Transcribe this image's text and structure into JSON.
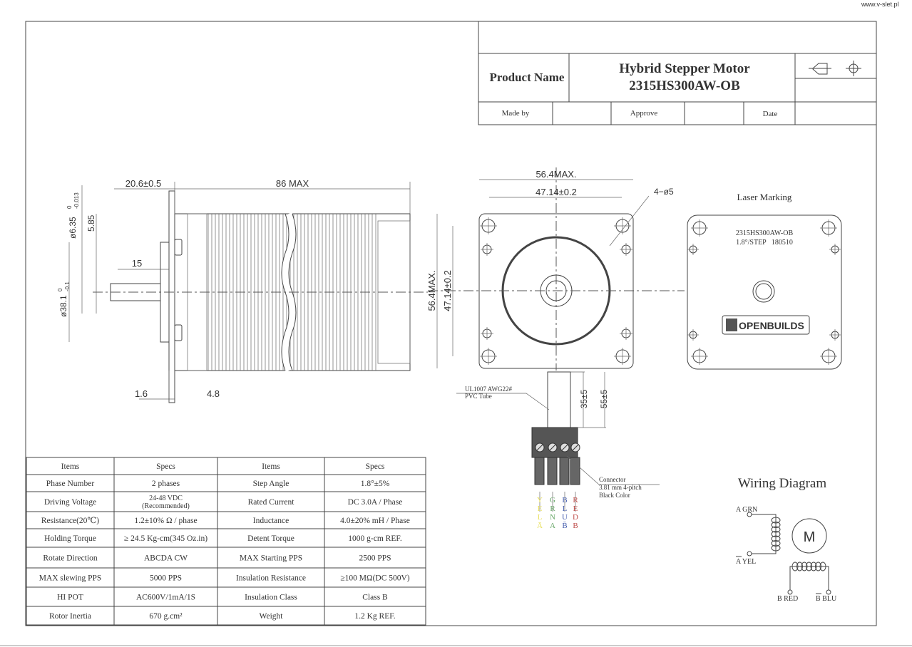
{
  "watermark": "www.v-slet.pl",
  "title_block": {
    "product_name_label": "Product Name",
    "title_line1": "Hybrid Stepper Motor",
    "title_line2": "2315HS300AW-OB",
    "made_by_label": "Made by",
    "approve_label": "Approve",
    "date_label": "Date"
  },
  "side_view": {
    "dim_flange_length": "20.6±0.5",
    "dim_body_length": "86 MAX",
    "dim_shaft_flat": "15",
    "dim_shaft_dia": "ø6.35",
    "dim_shaft_dia_tol_upper": "0",
    "dim_shaft_dia_tol_lower": "-0.013",
    "dim_flat_depth": "5.85",
    "dim_boss_dia": "ø38.1",
    "dim_boss_tol_upper": "0",
    "dim_boss_tol_lower": "-0.1",
    "dim_flange_thickness": "1.6",
    "dim_boss_height": "4.8"
  },
  "front_view": {
    "dim_width_max": "56.4MAX.",
    "dim_hole_spacing": "47.14±0.2",
    "dim_height_max": "56.4MAX.",
    "dim_hole_spacing_v": "47.14±0.2",
    "dim_holes": "4−ø5",
    "cable_label_line1": "UL1007 AWG22#",
    "cable_label_line2": "PVC Tube",
    "dim_tube_length": "35±5",
    "dim_lead_length": "55±5",
    "connector_line1": "Connector",
    "connector_line2": "3.81 mm 4-pitch",
    "connector_line3": "Black Color",
    "wires": [
      {
        "letters": [
          "Y",
          "E",
          "L",
          "Ā"
        ],
        "color": "#e8e060"
      },
      {
        "letters": [
          "G",
          "R",
          "N",
          "A"
        ],
        "color": "#6aa86a"
      },
      {
        "letters": [
          "B",
          "L",
          "U",
          "B̄"
        ],
        "color": "#4a62b0"
      },
      {
        "letters": [
          "R",
          "E",
          "D",
          "B"
        ],
        "color": "#c0504d"
      }
    ]
  },
  "laser_marking": {
    "heading": "Laser Marking",
    "model": "2315HS300AW-OB",
    "step_line": "1.8°/STEP   180510",
    "logo_text": "OPENBUILDS"
  },
  "wiring": {
    "heading": "Wiring Diagram",
    "motor_symbol": "M",
    "a_label": "A GRN",
    "a_bar_label": "A YEL",
    "b_label": "B RED",
    "b_bar_label": "B BLU"
  },
  "specs": {
    "headers": [
      "Items",
      "Specs",
      "Items",
      "Specs"
    ],
    "rows": [
      [
        "Phase Number",
        "2 phases",
        "Step Angle",
        "1.8°±5%"
      ],
      [
        "Driving Voltage",
        "24-48 VDC (Recommended)",
        "Rated Current",
        "DC 3.0A / Phase"
      ],
      [
        "Resistance(20℃)",
        "1.2±10% Ω / phase",
        "Inductance",
        "4.0±20% mH / Phase"
      ],
      [
        "Holding Torque",
        "≥ 24.5 Kg-cm(345 Oz.in)",
        "Detent Torque",
        "1000 g-cm REF."
      ],
      [
        "Rotate Direction",
        "ABCDA CW",
        "MAX Starting PPS",
        "2500 PPS"
      ],
      [
        "MAX slewing PPS",
        "5000 PPS",
        "Insulation Resistance",
        "≥100 MΩ(DC 500V)"
      ],
      [
        "HI POT",
        "AC600V/1mA/1S",
        "Insulation Class",
        "Class B"
      ],
      [
        "Rotor Inertia",
        "670 g.cm²",
        "Weight",
        "1.2 Kg  REF."
      ]
    ]
  }
}
